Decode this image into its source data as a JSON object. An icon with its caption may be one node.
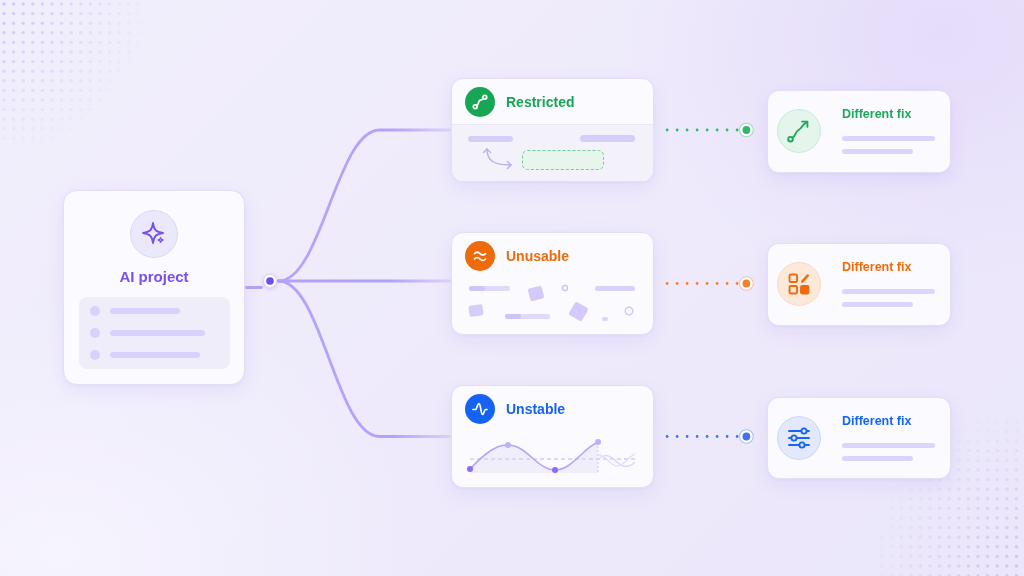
{
  "diagram": {
    "nodes": [
      {
        "text": [
          "AI project"
        ]
      },
      {
        "text": [],
        "shape": "circle"
      },
      {
        "text": [
          "Restricted"
        ]
      },
      {
        "text": [
          "Unusable"
        ]
      },
      {
        "text": [
          "Unstable"
        ]
      },
      {
        "text": [
          "Different fix"
        ]
      },
      {
        "text": [
          "Different fix"
        ]
      },
      {
        "text": [
          "Different fix"
        ]
      }
    ],
    "edges": [
      {
        "from": 0,
        "to": 1,
        "arrow": "none"
      },
      {
        "from": 1,
        "to": 2,
        "arrow": "none"
      },
      {
        "from": 1,
        "to": 3,
        "arrow": "none"
      },
      {
        "from": 1,
        "to": 4,
        "arrow": "none"
      },
      {
        "from": 2,
        "to": 5,
        "arrow": "other",
        "style": "dashed",
        "color": "#2fb86e"
      },
      {
        "from": 3,
        "to": 6,
        "arrow": "other",
        "style": "dashed",
        "color": "#f0822f"
      },
      {
        "from": 4,
        "to": 7,
        "arrow": "other",
        "style": "dashed",
        "color": "#3f74ef"
      }
    ]
  }
}
